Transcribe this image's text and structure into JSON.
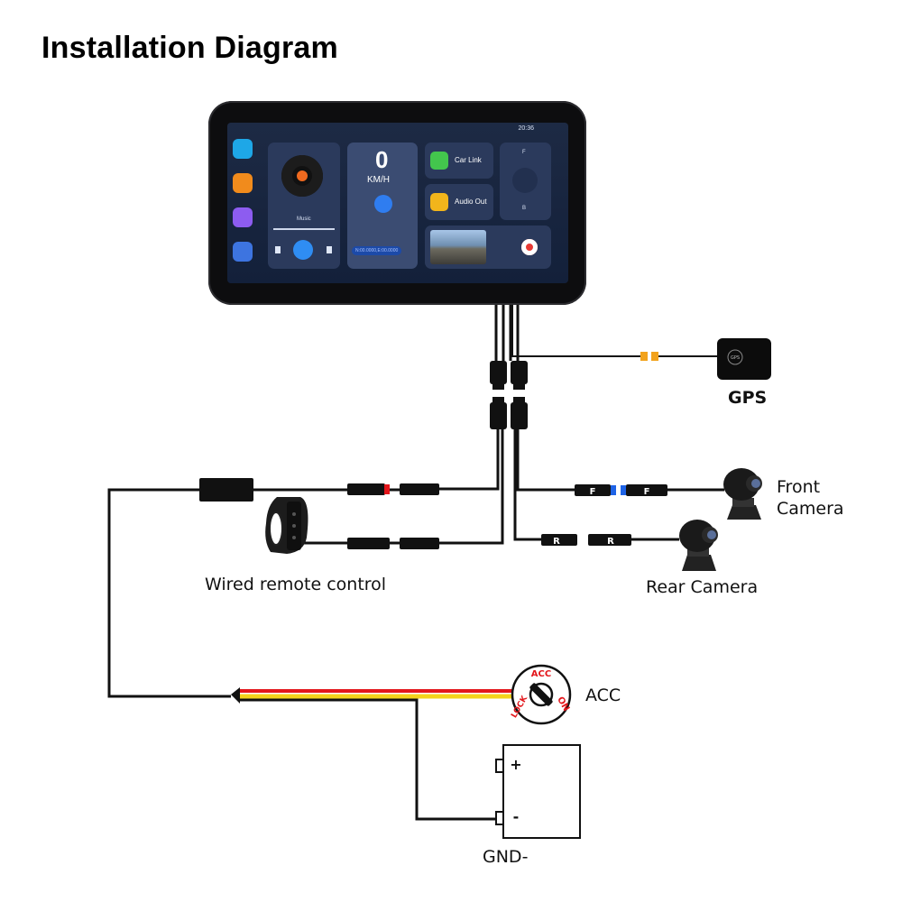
{
  "title": "Installation Diagram",
  "device": {
    "status_time": "20:36",
    "music_label": "Music",
    "speed_value": "0",
    "speed_unit": "KM/H",
    "coordinates": "N:00.0000,E:00.0000",
    "car_link_label": "Car Link",
    "audio_out_label": "Audio Out",
    "front_indicator": "F",
    "back_indicator": "B"
  },
  "labels": {
    "gps": "GPS",
    "gps_badge": "GPS",
    "front_camera_line1": "Front",
    "front_camera_line2": "Camera",
    "rear_camera": "Rear Camera",
    "wired_remote": "Wired remote control",
    "acc": "ACC",
    "gnd": "GND-",
    "connector_front": "F",
    "connector_rear": "R",
    "ignition_acc": "ACC",
    "ignition_on": "ON",
    "ignition_lock": "LOCK",
    "battery_plus": "+",
    "battery_minus": "-"
  },
  "colors": {
    "wire": "#111111",
    "acc_wire_red": "#e3161b",
    "acc_wire_yellow": "#f4d21b",
    "gps_connector": "#f2a21b",
    "front_connector_blue": "#1e63e6",
    "remote_connector_red": "#e3161b"
  }
}
